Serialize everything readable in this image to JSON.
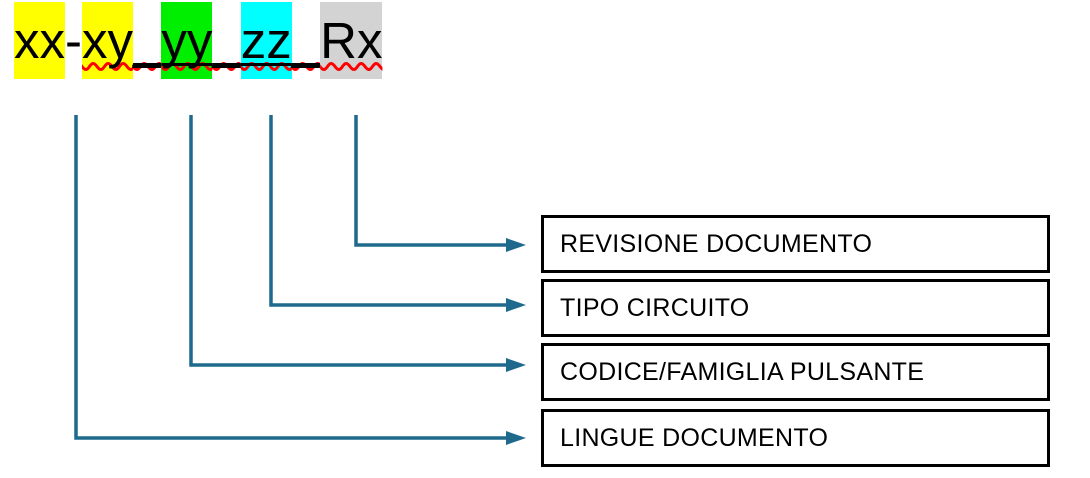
{
  "document_code": {
    "full": "xx-xy_yy_zz_Rx",
    "part_xx": "xx",
    "sep_dash": "-",
    "part_xy": "xy",
    "sep_underscore_1": "_",
    "part_yy": "yy",
    "sep_underscore_2": "_",
    "part_zz": "zz",
    "sep_underscore_3": "_",
    "part_rx": "Rx"
  },
  "legend_boxes": [
    {
      "label": "REVISIONE DOCUMENTO",
      "source_segment": "Rx"
    },
    {
      "label": "TIPO CIRCUITO",
      "source_segment": "zz"
    },
    {
      "label": "CODICE/FAMIGLIA PULSANTE",
      "source_segment": "yy"
    },
    {
      "label": "LINGUE DOCUMENTO",
      "source_segment": "xx-xy"
    }
  ],
  "colors": {
    "highlight_languages": "#FFFF00",
    "highlight_family": "#00EE00",
    "highlight_circuit": "#00FFFF",
    "highlight_revision": "#D3D3D3",
    "connector": "#1F6A8C",
    "spellcheck_squiggle": "#FF0000",
    "box_border": "#000000"
  }
}
